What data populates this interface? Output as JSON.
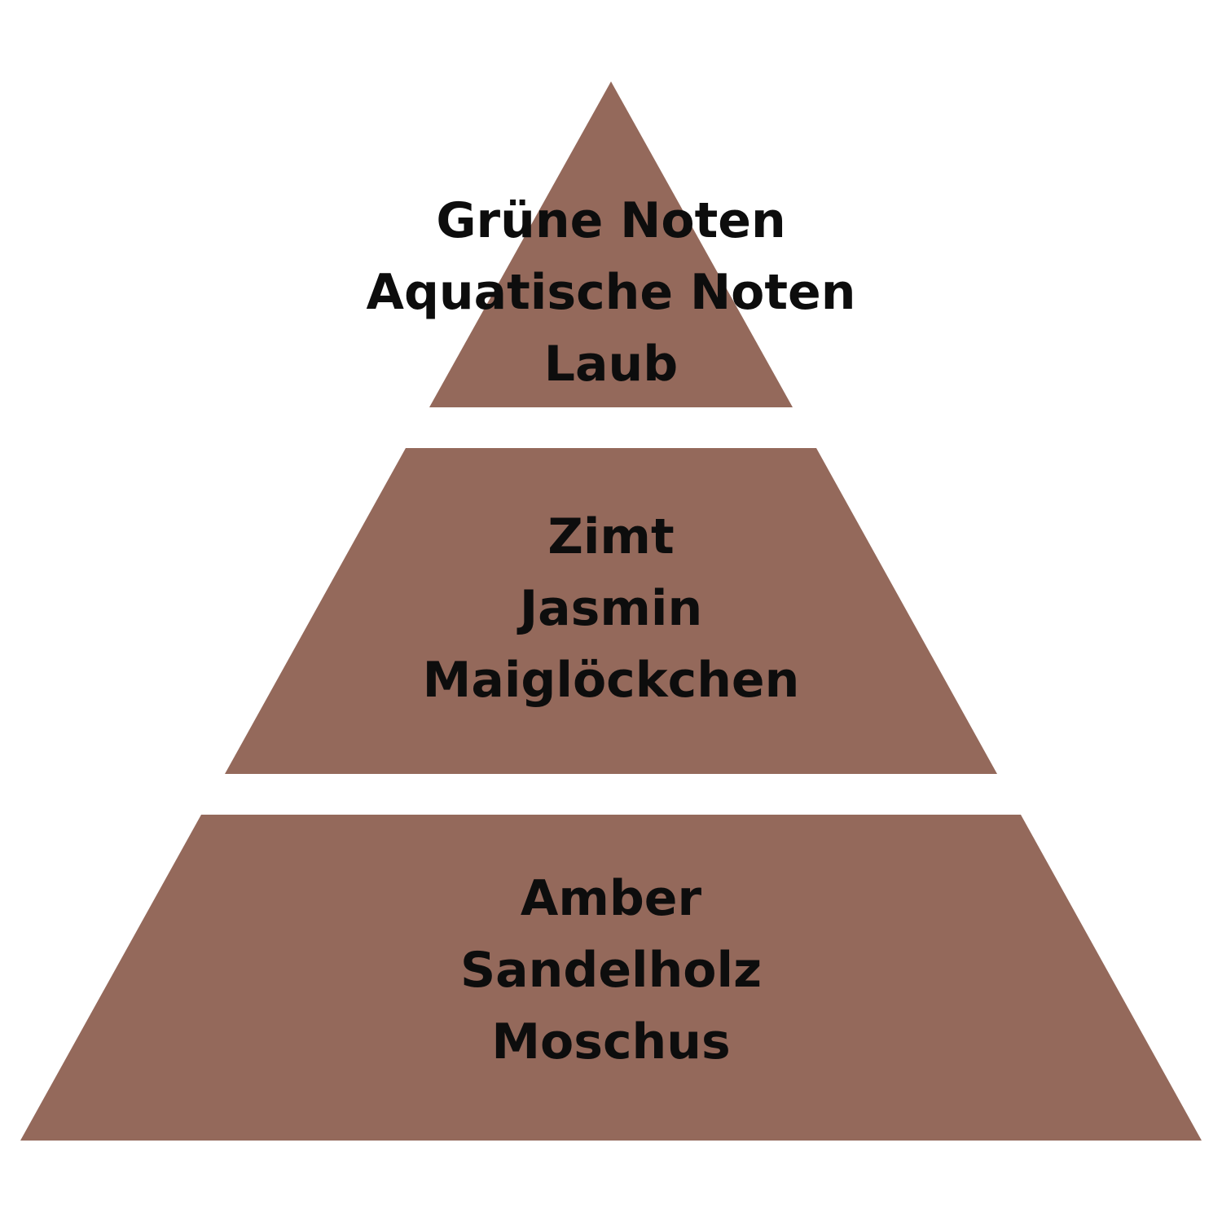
{
  "colors": {
    "background": "#ffffff",
    "tier_fill": "#94695b",
    "text": "#0d0d0d"
  },
  "pyramid": {
    "tiers": [
      {
        "notes": [
          "Grüne Noten",
          "Aquatische Noten",
          "Laub"
        ]
      },
      {
        "notes": [
          "Zimt",
          "Jasmin",
          "Maiglöckchen"
        ]
      },
      {
        "notes": [
          "Amber",
          "Sandelholz",
          "Moschus"
        ]
      }
    ]
  }
}
